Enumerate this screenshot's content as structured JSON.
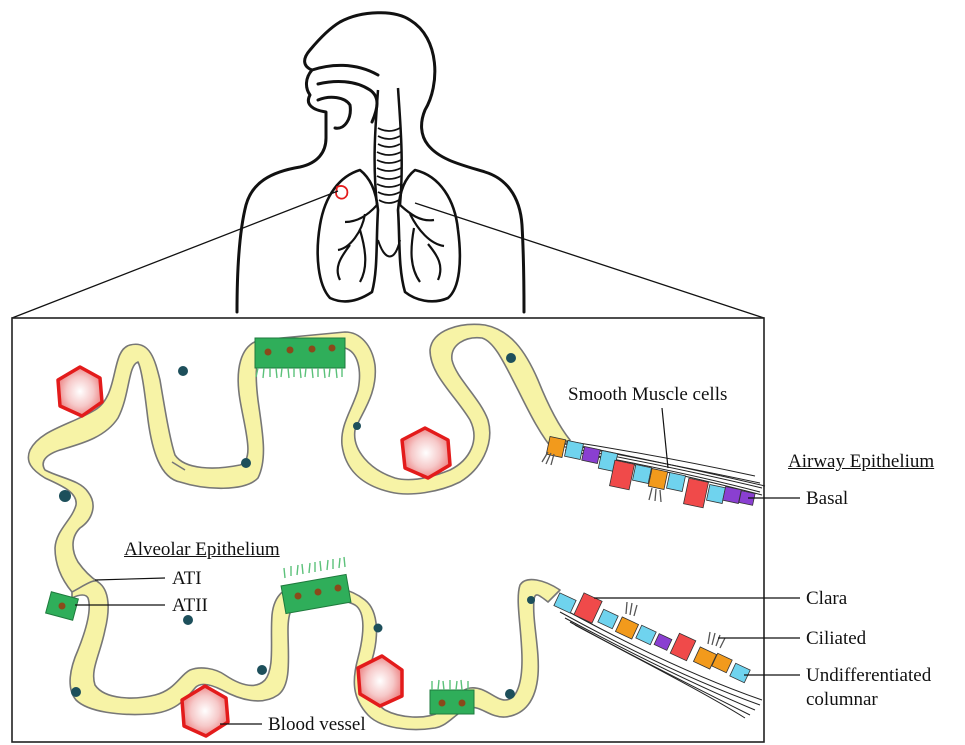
{
  "labels": {
    "alveolar_epithelium": "Alveolar Epithelium",
    "ati": "ATI",
    "atii": "ATII",
    "blood_vessel": "Blood vessel",
    "smooth_muscle": "Smooth Muscle cells",
    "airway_epithelium": "Airway Epithelium",
    "basal": "Basal",
    "clara": "Clara",
    "ciliated": "Ciliated",
    "undifferentiated_line1": "Undifferentiated",
    "undifferentiated_line2": "columnar"
  },
  "colors": {
    "epithelium_fill": "#f7f3a6",
    "nucleus": "#1d4f5b",
    "blood_vessel_outline": "#e31b1b",
    "atii_green": "#2fae5a",
    "clara_red": "#f04a4a",
    "ciliated_orange": "#f29a1c",
    "basal_purple": "#8a3fd1",
    "columnar_cyan": "#6fd3ee"
  }
}
